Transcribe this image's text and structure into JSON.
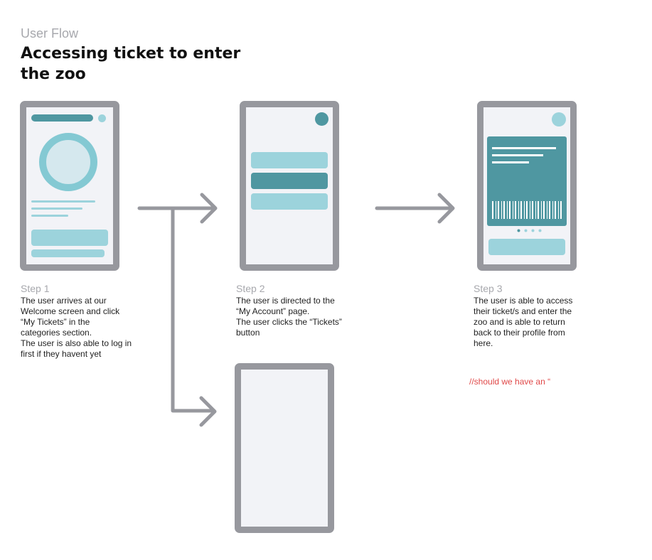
{
  "header": {
    "kicker": "User Flow",
    "title": "Accessing ticket to enter the zoo"
  },
  "steps": [
    {
      "label": "Step 1",
      "description": "The user arrives at our\nWelcome screen and click\n“My Tickets” in the\ncategories section.\nThe user is also able to log in\nfirst if they havent yet"
    },
    {
      "label": "Step 2",
      "description": "The user is directed to the\n“My Account” page.\nThe user clicks the “Tickets”\nbutton"
    },
    {
      "label": "Step 3",
      "description": "The user is able to access\ntheir ticket/s and enter the\nzoo and is able to return\nback to their profile from\nhere."
    }
  ],
  "note": "//should we have an “",
  "colors": {
    "frame": "#97989e",
    "screen": "#f2f3f7",
    "teal_light": "#9cd3dc",
    "teal_dark": "#4f97a1",
    "arrow": "#97989e",
    "note": "#e04848"
  }
}
